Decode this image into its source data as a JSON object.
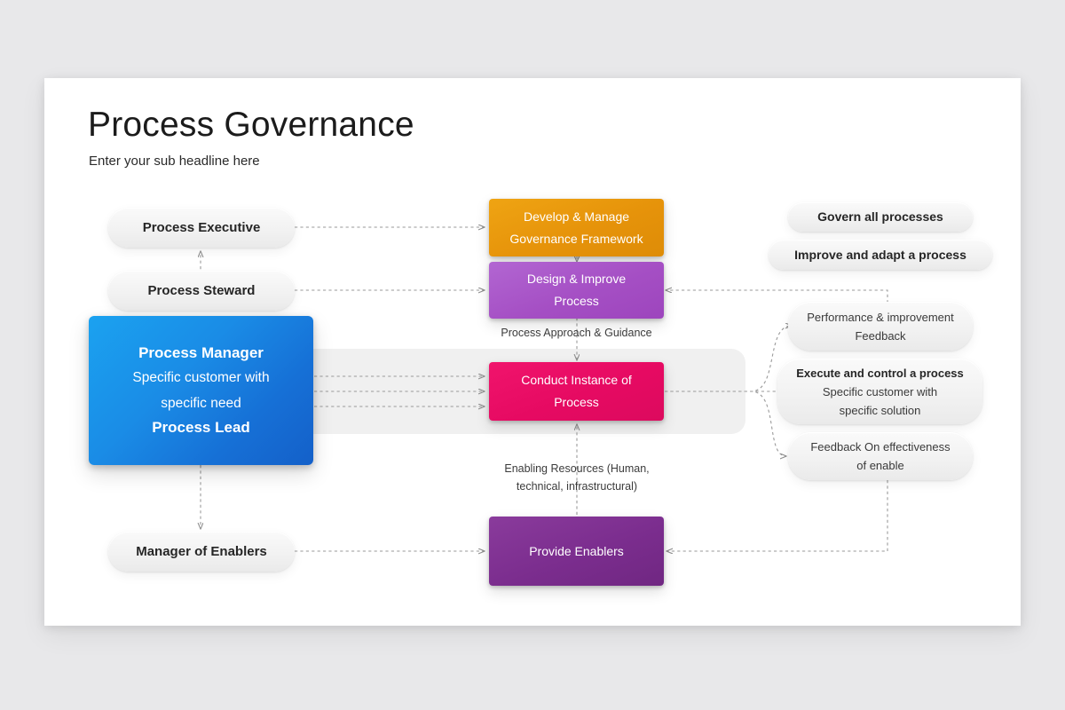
{
  "slide": {
    "title": "Process Governance",
    "subtitle": "Enter your sub headline here"
  },
  "left_column": {
    "process_executive": "Process Executive",
    "process_steward": "Process Steward",
    "manager_of_enablers": "Manager of Enablers",
    "process_manager": {
      "heading": "Process Manager",
      "body_line1": "Specific customer with",
      "body_line2": "specific need",
      "footer": "Process Lead"
    }
  },
  "center_column": {
    "develop_manage": {
      "line1": "Develop & Manage",
      "line2": "Governance Framework"
    },
    "design_improve": {
      "line1": "Design & Improve",
      "line2": "Process"
    },
    "conduct_instance": {
      "line1": "Conduct Instance of",
      "line2": "Process"
    },
    "provide_enablers": {
      "line1": "Provide Enablers"
    }
  },
  "captions": {
    "process_approach": "Process Approach & Guidance",
    "enabling_resources_line1": "Enabling Resources (Human,",
    "enabling_resources_line2": "technical, infrastructural)"
  },
  "right_column": {
    "govern_all": "Govern all processes",
    "improve_adapt": "Improve and adapt a process",
    "performance_feedback": {
      "line1": "Performance & improvement",
      "line2": "Feedback"
    },
    "execute_control": {
      "heading": "Execute and control a process",
      "line1": "Specific customer with",
      "line2": "specific  solution"
    },
    "feedback_enable": {
      "line1": "Feedback On effectiveness",
      "line2": "of enable"
    }
  },
  "colors": {
    "orange": "#E6930A",
    "violet": "#A54FC4",
    "pink": "#E60A62",
    "plum": "#7B2D8E",
    "blue_light": "#1BA2F0",
    "blue_dark": "#1460C9",
    "pill_grey": "#F2F2F2",
    "band_grey": "#F0F0F0",
    "connector": "#9a9a9a",
    "page_background": "#E8E8EA",
    "slide_background": "#FFFFFF"
  }
}
